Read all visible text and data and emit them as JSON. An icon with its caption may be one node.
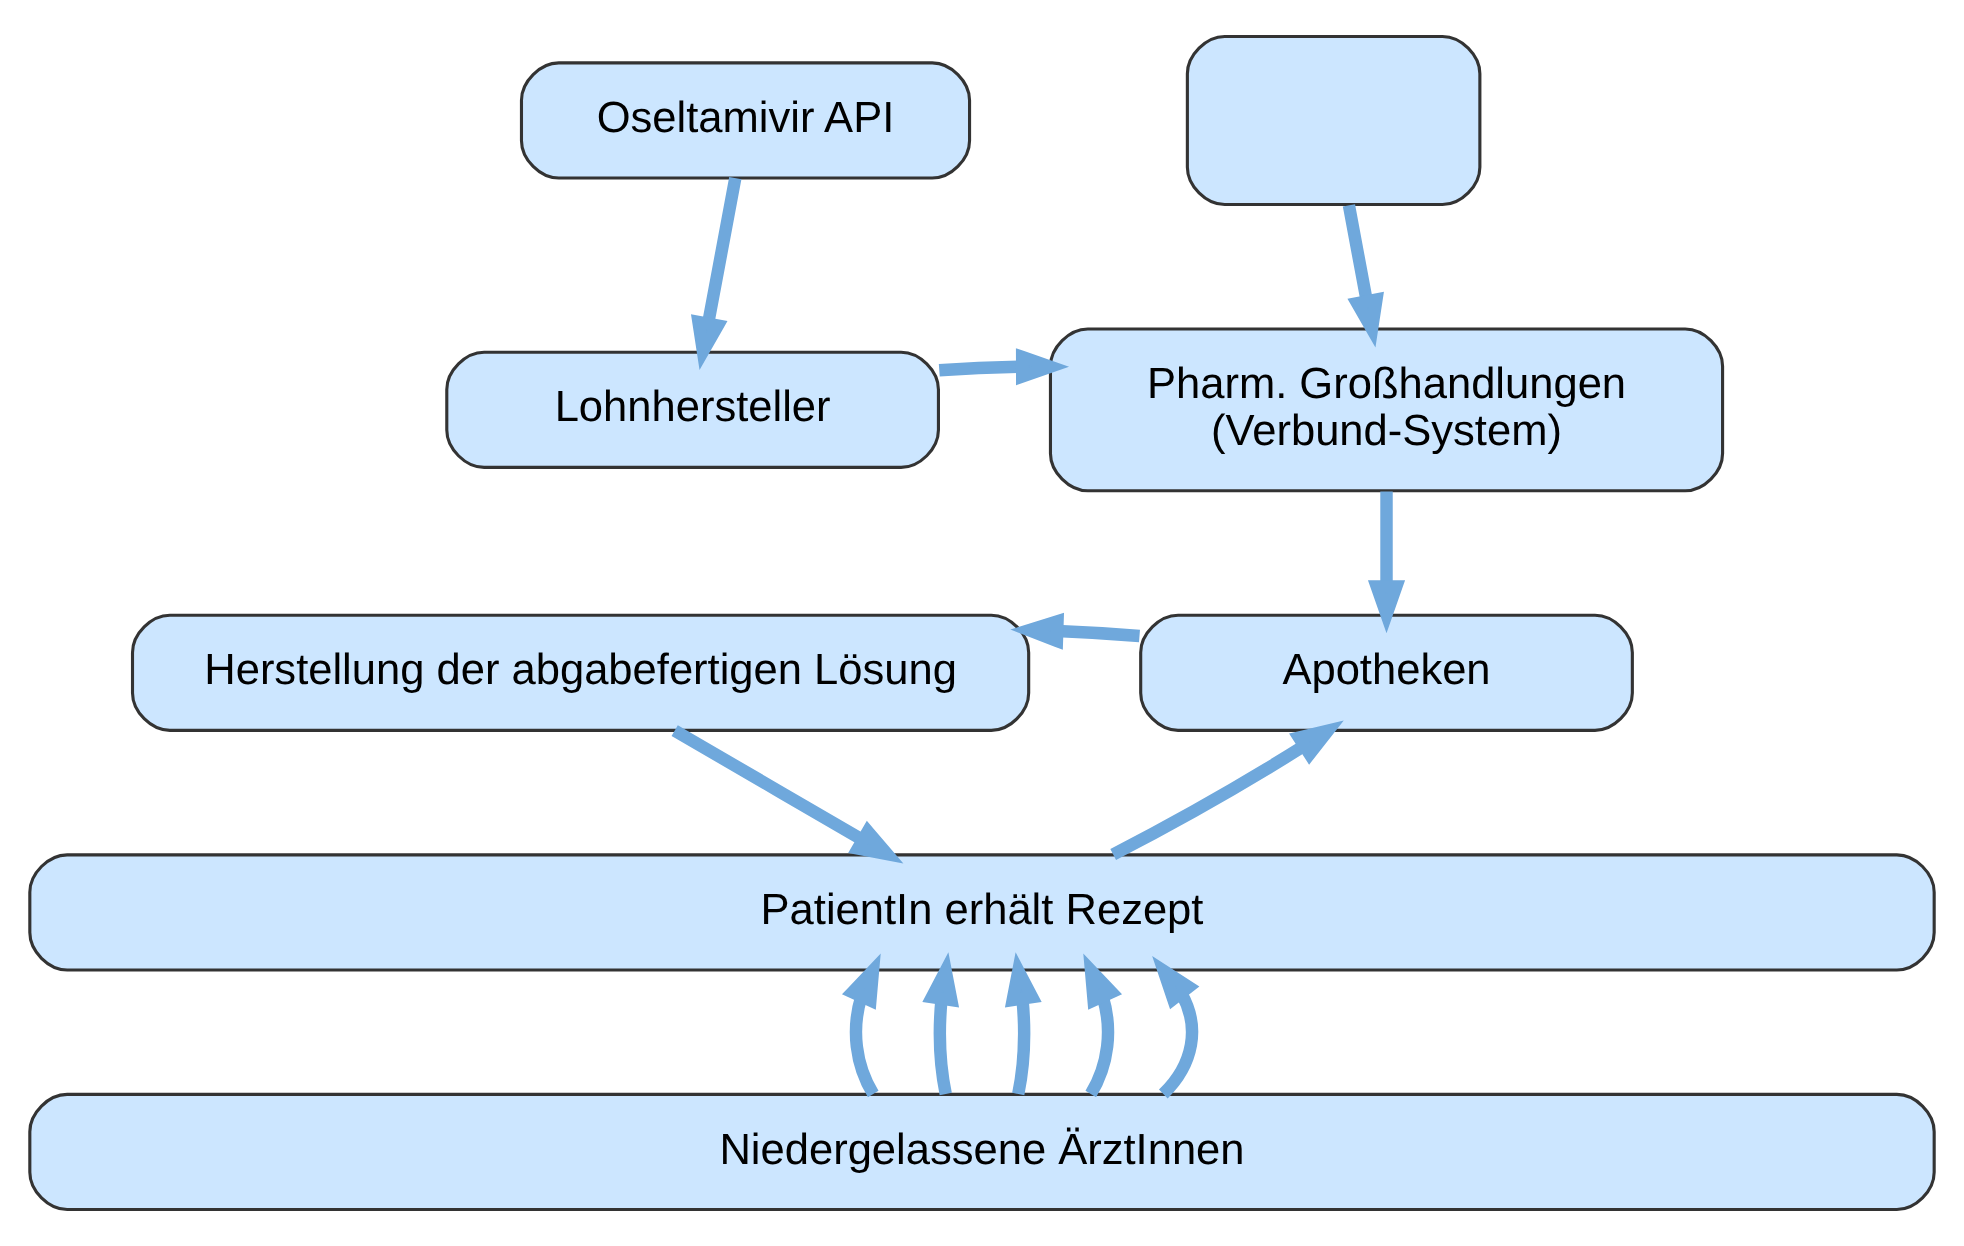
{
  "diagram": {
    "nodes": [
      {
        "text": [
          "Oseltamivir API"
        ]
      },
      {
        "text": [],
        "shape": "box"
      },
      {
        "text": [
          "Lohnhersteller"
        ]
      },
      {
        "text": [
          "Pharm. Großhandlungen",
          "(Verbund-System)"
        ]
      },
      {
        "text": [
          "Apotheken"
        ]
      },
      {
        "text": [
          "Herstellung der abgabefertigen Lösung"
        ]
      },
      {
        "text": [
          "PatientIn erhält Rezept"
        ]
      },
      {
        "text": [
          "Niedergelassene ÄrztInnen"
        ]
      }
    ],
    "edges": [
      {
        "from": 0,
        "to": 2,
        "arrow": "to"
      },
      {
        "from": 1,
        "to": 3,
        "arrow": "to"
      },
      {
        "from": 2,
        "to": 3,
        "arrow": "to"
      },
      {
        "from": 3,
        "to": 4,
        "arrow": "to"
      },
      {
        "from": 4,
        "to": 5,
        "arrow": "to"
      },
      {
        "from": 5,
        "to": 6,
        "arrow": "to"
      },
      {
        "from": 6,
        "to": 4,
        "arrow": "to"
      },
      {
        "from": 7,
        "to": 6,
        "arrow": "to"
      },
      {
        "from": 7,
        "to": 6,
        "arrow": "to"
      },
      {
        "from": 7,
        "to": 6,
        "arrow": "to"
      },
      {
        "from": 7,
        "to": 6,
        "arrow": "to"
      },
      {
        "from": 7,
        "to": 6,
        "arrow": "to"
      }
    ]
  }
}
